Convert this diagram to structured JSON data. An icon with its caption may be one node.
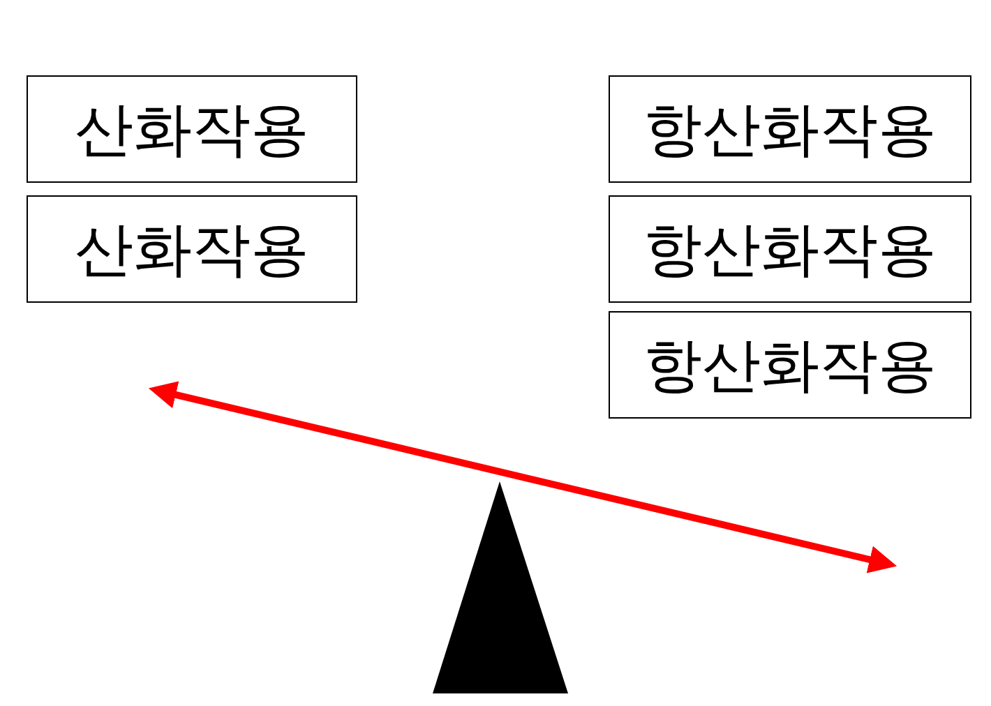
{
  "diagram": {
    "nodes": [
      {
        "text": [
          "산화작용"
        ]
      },
      {
        "text": [
          "산화작용"
        ]
      },
      {
        "text": [
          "항산화작용"
        ]
      },
      {
        "text": [
          "항산화작용"
        ]
      },
      {
        "text": [
          "항산화작용"
        ]
      }
    ]
  }
}
